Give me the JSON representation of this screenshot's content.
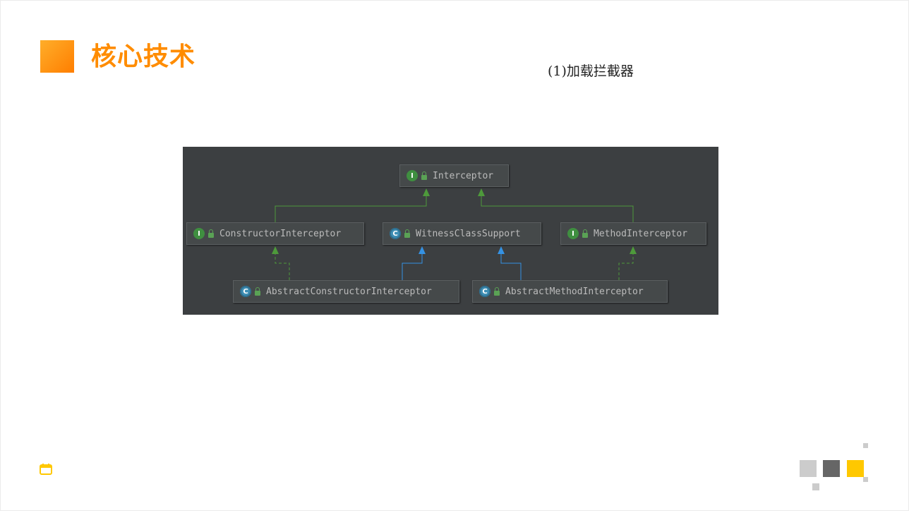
{
  "header": {
    "title": "核心技术",
    "subtitle": "(1)加载拦截器"
  },
  "colors": {
    "accent": "#ff8c00",
    "diagram_bg": "#3c3f41",
    "implements_edge": "#4e9a3b",
    "extends_edge": "#3592e3",
    "deco_light": "#cccccc",
    "deco_dark": "#666666",
    "deco_yellow": "#ffc800"
  },
  "diagram": {
    "nodes": [
      {
        "id": "interceptor",
        "label": "Interceptor",
        "kind": "interface",
        "badge": "I"
      },
      {
        "id": "constructor-interceptor",
        "label": "ConstructorInterceptor",
        "kind": "interface",
        "badge": "I"
      },
      {
        "id": "witness-class-support",
        "label": "WitnessClassSupport",
        "kind": "class",
        "badge": "C"
      },
      {
        "id": "method-interceptor",
        "label": "MethodInterceptor",
        "kind": "interface",
        "badge": "I"
      },
      {
        "id": "abstract-constructor-interceptor",
        "label": "AbstractConstructorInterceptor",
        "kind": "class",
        "badge": "C"
      },
      {
        "id": "abstract-method-interceptor",
        "label": "AbstractMethodInterceptor",
        "kind": "class",
        "badge": "C"
      }
    ],
    "edges": [
      {
        "from": "constructor-interceptor",
        "to": "interceptor",
        "type": "extends-interface"
      },
      {
        "from": "method-interceptor",
        "to": "interceptor",
        "type": "extends-interface"
      },
      {
        "from": "abstract-constructor-interceptor",
        "to": "constructor-interceptor",
        "type": "implements"
      },
      {
        "from": "abstract-constructor-interceptor",
        "to": "witness-class-support",
        "type": "extends"
      },
      {
        "from": "abstract-method-interceptor",
        "to": "witness-class-support",
        "type": "extends"
      },
      {
        "from": "abstract-method-interceptor",
        "to": "method-interceptor",
        "type": "implements"
      }
    ]
  },
  "footer": {
    "icon": "calendar-icon"
  }
}
